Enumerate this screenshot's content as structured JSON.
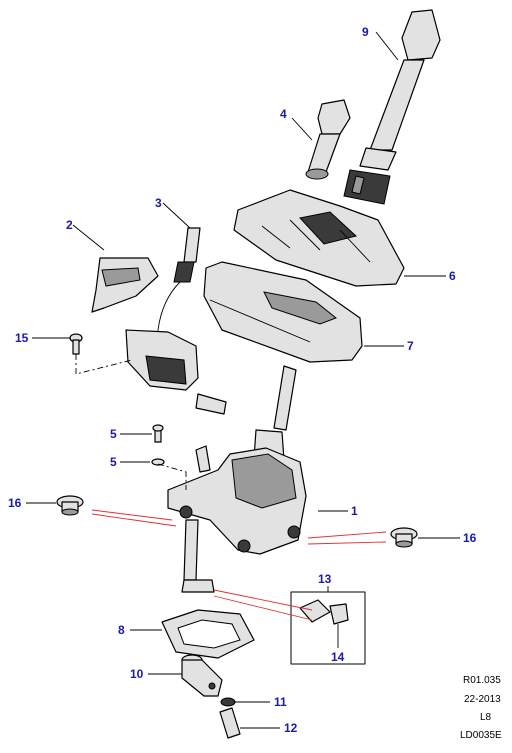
{
  "callouts": {
    "c1": "1",
    "c2": "2",
    "c3": "3",
    "c4": "4",
    "c5a": "5",
    "c5b": "5",
    "c6": "6",
    "c7": "7",
    "c8": "8",
    "c9": "9",
    "c10": "10",
    "c11": "11",
    "c12": "12",
    "c13": "13",
    "c14": "14",
    "c15": "15",
    "c16a": "16",
    "c16b": "16"
  },
  "reference": {
    "code": "R01.035",
    "date": "22-2013",
    "model": "L8",
    "drawing": "LD0035E"
  },
  "colors": {
    "callout_text": "#1a1aa8",
    "leader_red": "#e03030"
  }
}
